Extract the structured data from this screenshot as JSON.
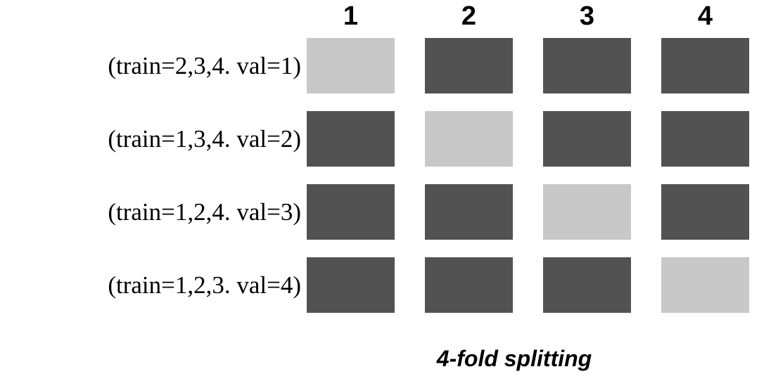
{
  "figure": {
    "caption": "4-fold splitting",
    "column_headers": [
      "1",
      "2",
      "3",
      "4"
    ],
    "row_labels": [
      "(train=2,3,4. val=1)",
      "(train=1,3,4. val=2)",
      "(train=1,2,4. val=3)",
      "(train=1,2,3. val=4)"
    ]
  },
  "colors": {
    "validation_fold": "#c8c8c8",
    "training_fold": "#525252",
    "background": "#ffffff",
    "text": "#000000"
  },
  "chart_data": {
    "type": "heatmap",
    "title": "4-fold splitting",
    "xlabel": "",
    "ylabel": "",
    "grid": false,
    "legend_position": "none",
    "categories": [
      "1",
      "2",
      "3",
      "4"
    ],
    "row_labels": [
      "(train=2,3,4. val=1)",
      "(train=1,3,4. val=2)",
      "(train=1,2,4. val=3)",
      "(train=1,2,3. val=4)"
    ],
    "value_legend": {
      "0": "train",
      "1": "val"
    },
    "values": [
      [
        1,
        0,
        0,
        0
      ],
      [
        0,
        1,
        0,
        0
      ],
      [
        0,
        0,
        1,
        0
      ],
      [
        0,
        0,
        0,
        1
      ]
    ],
    "folds": [
      {
        "split": 1,
        "train": [
          2,
          3,
          4
        ],
        "val": [
          1
        ]
      },
      {
        "split": 2,
        "train": [
          1,
          3,
          4
        ],
        "val": [
          2
        ]
      },
      {
        "split": 3,
        "train": [
          1,
          2,
          4
        ],
        "val": [
          3
        ]
      },
      {
        "split": 4,
        "train": [
          1,
          2,
          3
        ],
        "val": [
          4
        ]
      }
    ]
  }
}
